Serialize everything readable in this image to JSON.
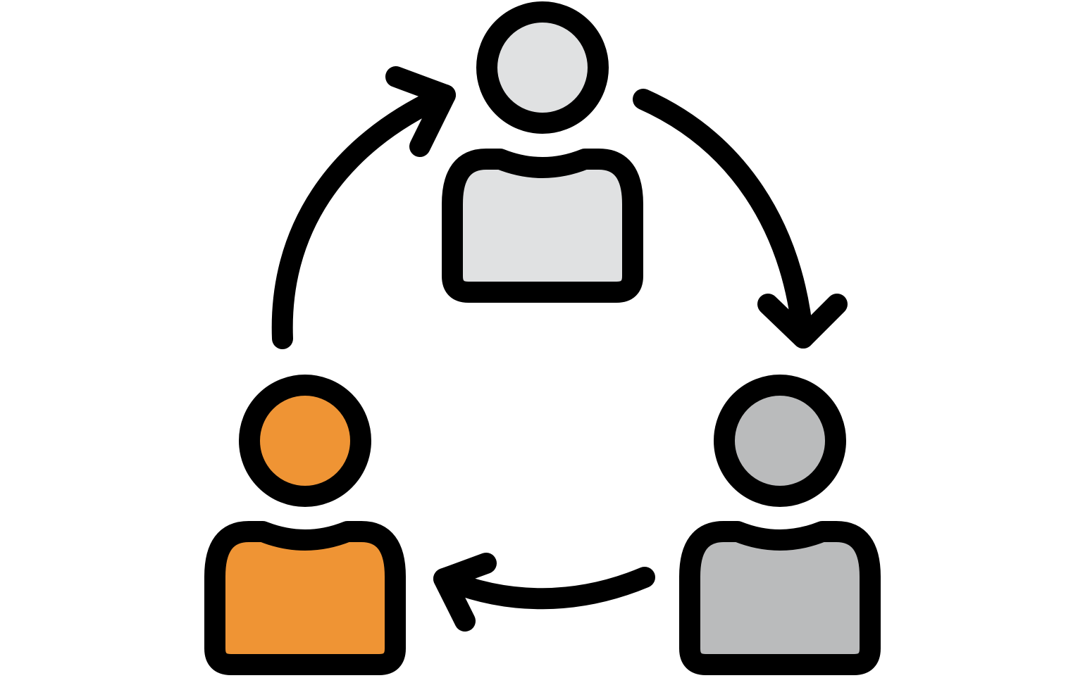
{
  "diagram": {
    "type": "cycle",
    "outline_color": "#000000",
    "background_color": "#ffffff",
    "people": [
      {
        "id": "top",
        "icon": "person-icon",
        "fill": "#e0e1e2"
      },
      {
        "id": "right",
        "icon": "person-icon",
        "fill": "#babbbc"
      },
      {
        "id": "left",
        "icon": "person-icon",
        "fill": "#ef9434"
      }
    ],
    "arrows": [
      {
        "from": "left",
        "to": "top",
        "icon": "curved-arrow-icon"
      },
      {
        "from": "top",
        "to": "right",
        "icon": "curved-arrow-icon"
      },
      {
        "from": "right",
        "to": "left",
        "icon": "curved-arrow-icon"
      }
    ]
  }
}
